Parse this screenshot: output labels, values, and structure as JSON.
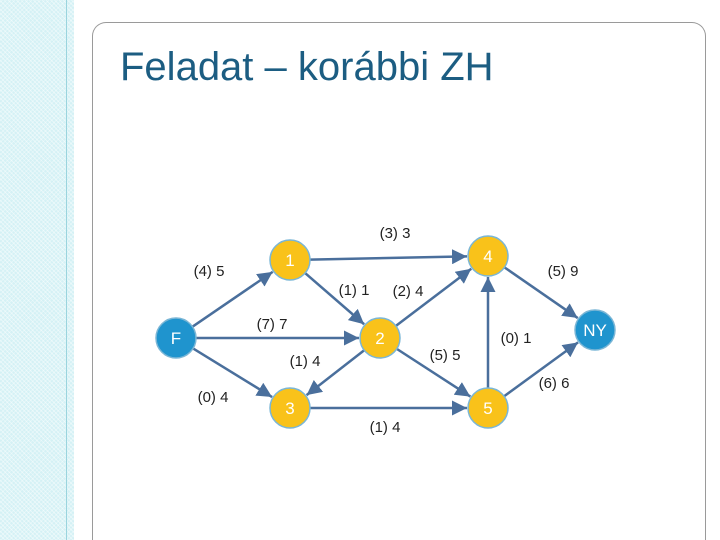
{
  "title": "Feladat – korábbi ZH",
  "colors": {
    "node_blue": "#1f94ce",
    "node_yellow": "#f9c21a",
    "node_outline": "#7ab6d6",
    "edge": "#4a6f9c",
    "title": "#1c5d82",
    "side_strip": "#d4f1f5"
  },
  "nodes": [
    {
      "id": "F",
      "label": "F",
      "color": "blue"
    },
    {
      "id": "1",
      "label": "1",
      "color": "yellow"
    },
    {
      "id": "4",
      "label": "4",
      "color": "yellow"
    },
    {
      "id": "2",
      "label": "2",
      "color": "yellow"
    },
    {
      "id": "3",
      "label": "3",
      "color": "yellow"
    },
    {
      "id": "5",
      "label": "5",
      "color": "yellow"
    },
    {
      "id": "NY",
      "label": "NY",
      "color": "blue"
    }
  ],
  "edges": [
    {
      "from": "F",
      "to": "1",
      "label": "(4) 5"
    },
    {
      "from": "1",
      "to": "4",
      "label": "(3) 3"
    },
    {
      "from": "1",
      "to": "2",
      "label": "(1) 1"
    },
    {
      "from": "2",
      "to": "4",
      "label": "(2) 4"
    },
    {
      "from": "F",
      "to": "2",
      "label": "(7) 7"
    },
    {
      "from": "4",
      "to": "NY",
      "label": "(5) 9"
    },
    {
      "from": "2",
      "to": "3",
      "label": "(1) 4"
    },
    {
      "from": "F",
      "to": "3",
      "label": "(0) 4"
    },
    {
      "from": "3",
      "to": "5",
      "label": "(1) 4"
    },
    {
      "from": "2",
      "to": "5",
      "label": "(5) 5"
    },
    {
      "from": "5",
      "to": "4",
      "label": "(0) 1"
    },
    {
      "from": "5",
      "to": "NY",
      "label": "(6) 6"
    }
  ]
}
